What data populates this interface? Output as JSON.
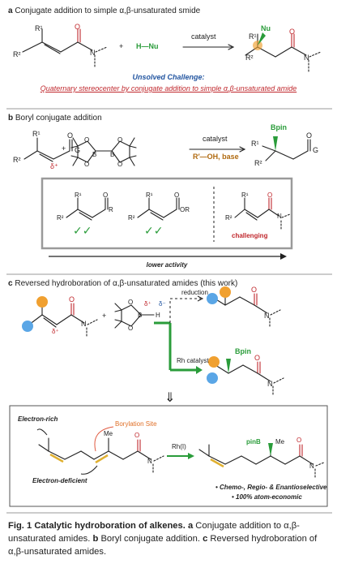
{
  "panel_a": {
    "letter": "a",
    "title": "Conjugate addition to simple α,β-unsaturated smide",
    "reagent": "H—Nu",
    "plus": "+",
    "arrow_label": "catalyst",
    "nu_label": "Nu",
    "r1": "R¹",
    "r2": "R²",
    "challenge_title": "Unsolved Challenge:",
    "challenge_text": "Quaternary stereocenter by conjugate addition to simple α,β-unsaturated amide"
  },
  "panel_b": {
    "letter": "b",
    "title": "Boryl conjugate addition",
    "plus": "+",
    "arrow_label_top": "catalyst",
    "arrow_label_bottom": "R′—OH, base",
    "bpin": "Bpin",
    "r1": "R¹",
    "r2": "R²",
    "g": "G",
    "delta_plus": "δ⁺",
    "box_r": "R",
    "box_or": "OR",
    "check": "✓✓",
    "challenging": "challenging",
    "lower_activity": "lower activity",
    "boron_atoms": [
      "B",
      "B",
      "O",
      "O",
      "O",
      "O"
    ]
  },
  "panel_c": {
    "letter": "c",
    "title": "Reversed hydroboration of α,β-unsaturated amides (this work)",
    "plus": "+",
    "delta_plus": "δ⁺",
    "delta_minus": "δ⁻",
    "boron_atoms": [
      "O",
      "O",
      "B",
      "H"
    ],
    "reduction": "reduction",
    "rh_catalyst": "Rh catalyst",
    "bpin": "Bpin",
    "arrow_symbol": "⇓",
    "electron_rich": "Electron-rich",
    "electron_deficient": "Electron-deficient",
    "borylation_site": "Borylation Site",
    "me": "Me",
    "rh_label": "Rh(I)",
    "pinb": "pinB",
    "bullet1": "• Chemo-, Regio- & Enantioselective",
    "bullet2": "• 100% atom-economic"
  },
  "caption": {
    "fig": "Fig. 1",
    "title": "Catalytic hydroboration of alkenes.",
    "a_letter": "a",
    "a_text": "Conjugate addition to α,β-unsaturated amides.",
    "b_letter": "b",
    "b_text": "Boryl conjugate addition.",
    "c_letter": "c",
    "c_text": "Reversed hydroboration of α,β-unsaturated amides."
  },
  "colors": {
    "red": "#c0282d",
    "blue": "#2255a0",
    "green": "#2a9c3a",
    "orange": "#f0a030",
    "sphere_blue": "#5aa6e6"
  }
}
